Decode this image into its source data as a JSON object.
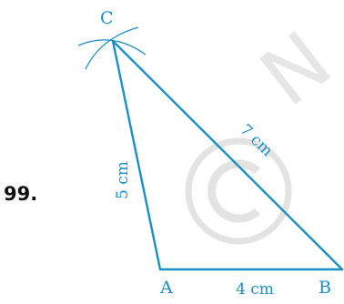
{
  "question_number": "99.",
  "triangle": {
    "vertices": {
      "a": "A",
      "b": "B",
      "c": "C"
    },
    "sides": {
      "ab": "4 cm",
      "ac": "5 cm",
      "bc": "7 cm"
    }
  },
  "colors": {
    "diagram": "#1a8fc4",
    "text": "#111111",
    "watermark": "#e3e3e3"
  }
}
